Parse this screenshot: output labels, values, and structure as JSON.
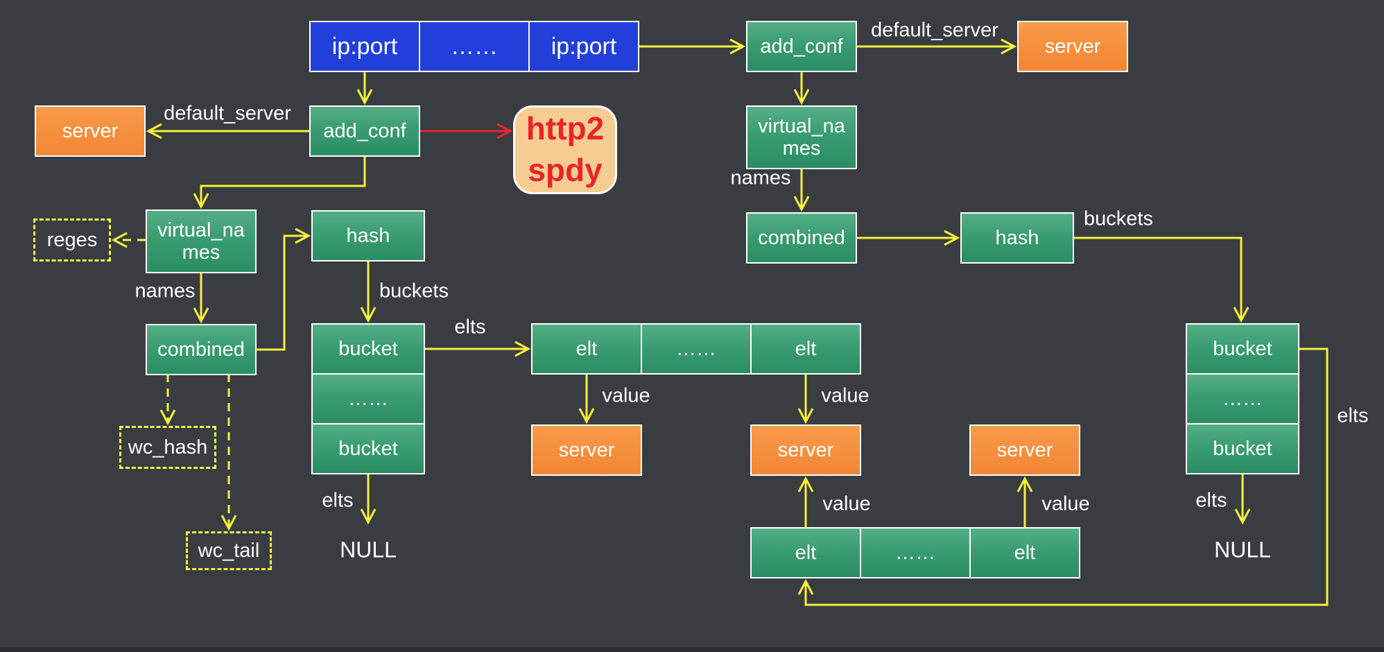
{
  "colors": {
    "background": "#393d41",
    "node_green_top": "#54ae85",
    "node_green_bottom": "#2b8d62",
    "node_orange": "#f28634",
    "node_blue": "#2240d9",
    "connector_yellow": "#f7f13b",
    "arrow_red": "#e8242a",
    "http2_fill": "#f7cc92",
    "http2_text": "#e8242a",
    "node_border": "#ffffff",
    "text": "#ffffff"
  },
  "nodes": {
    "listen_row": [
      "ip:port",
      "……",
      "ip:port"
    ],
    "add_conf": "add_conf",
    "server": "server",
    "virtual_names": [
      "virtual_na",
      "mes"
    ],
    "combined": "combined",
    "hash": "hash",
    "bucket_stack": [
      "bucket",
      "……",
      "bucket"
    ],
    "elt_row": [
      "elt",
      "……",
      "elt"
    ],
    "reges": "reges",
    "wc_hash": "wc_hash",
    "wc_tail": "wc_tail",
    "http2": [
      "http2",
      "spdy"
    ],
    "null": "NULL"
  },
  "edge_labels": {
    "default_server": "default_server",
    "names": "names",
    "buckets": "buckets",
    "elts": "elts",
    "value": "value"
  }
}
